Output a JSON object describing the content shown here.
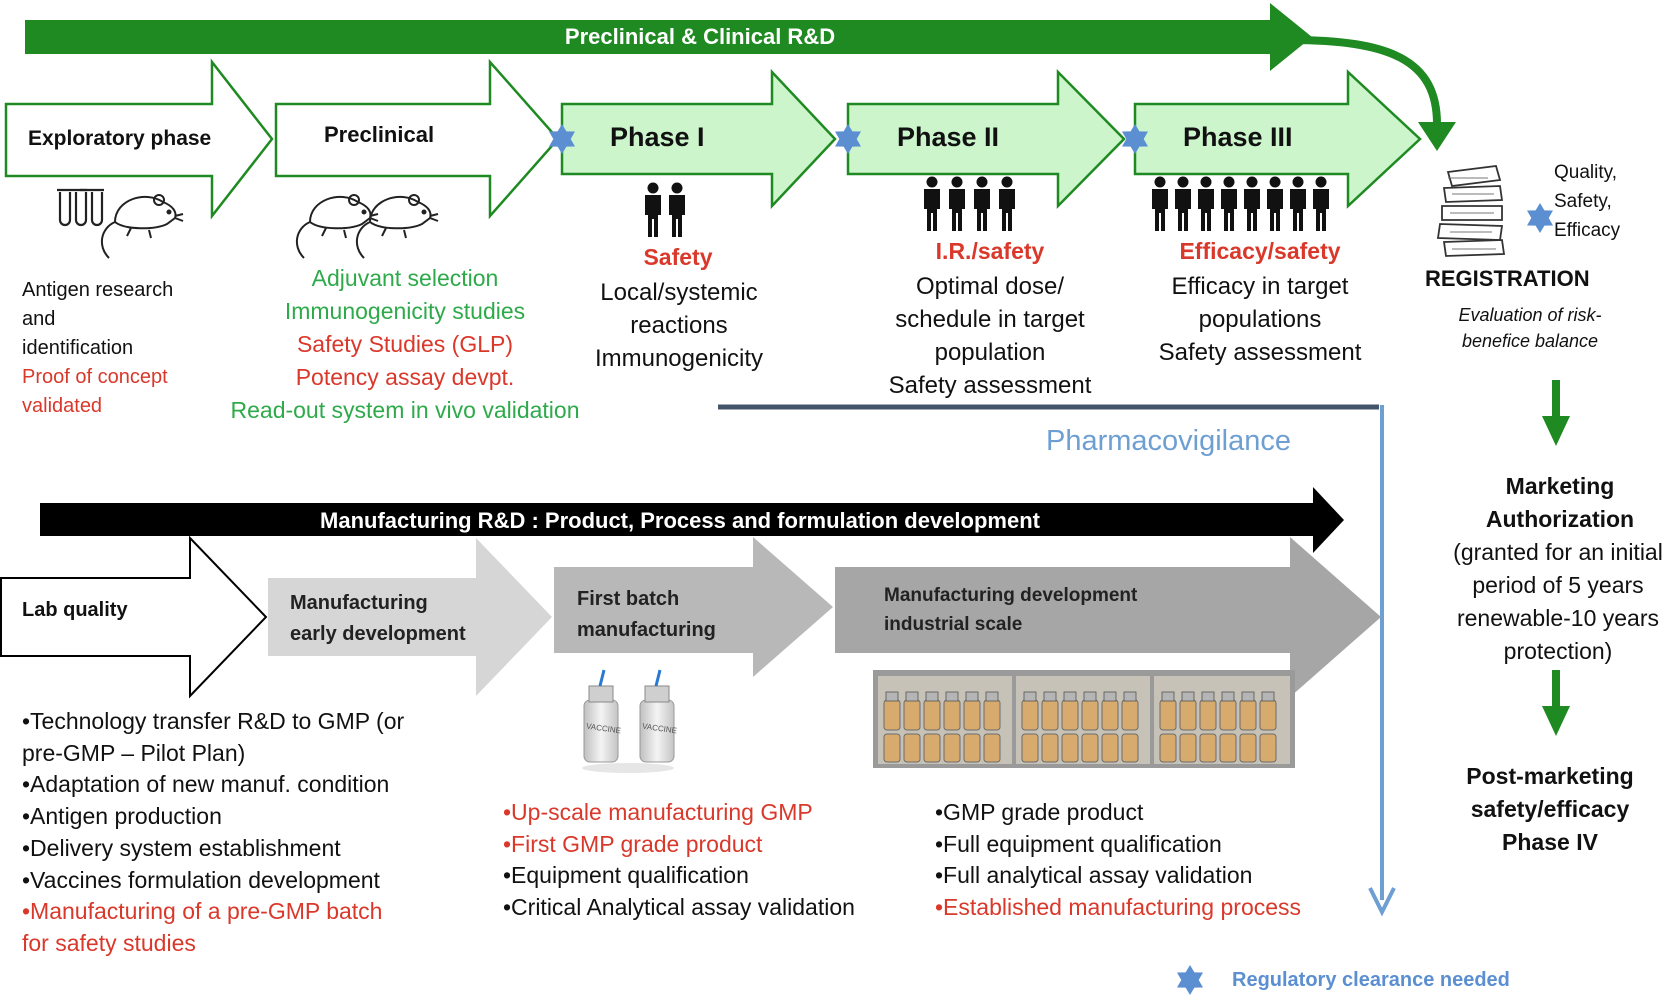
{
  "colors": {
    "green_arrow": "#1f8a22",
    "light_green_fill": "#ccf5cc",
    "black_arrow": "#000000",
    "grey_light": "#d6d6d6",
    "grey_mid": "#b8b8b8",
    "grey_dark": "#a6a6a6",
    "red_text": "#d9382a",
    "green_text": "#2eaa4a",
    "pharmacovigilance_blue": "#6e9fd2",
    "pharmacovigilance_line": "#44546a",
    "star_blue": "#5b8fd1"
  },
  "top_banner": {
    "label": "Preclinical & Clinical R&D"
  },
  "clinical_phases": [
    {
      "id": "exploratory",
      "label": "Exploratory phase",
      "icons": [
        "test-tubes-icon",
        "mouse-icon"
      ],
      "lines": [
        {
          "text": "Antigen research",
          "color": "black"
        },
        {
          "text": "and",
          "color": "black"
        },
        {
          "text": "identification",
          "color": "black"
        },
        {
          "text": "Proof of concept",
          "color": "red"
        },
        {
          "text": "validated",
          "color": "red"
        }
      ]
    },
    {
      "id": "preclinical",
      "label": "Preclinical",
      "icons": [
        "mouse-icon",
        "mouse-icon"
      ],
      "lines": [
        {
          "text": "Adjuvant selection",
          "color": "green"
        },
        {
          "text": "Immunogenicity studies",
          "color": "green"
        },
        {
          "text": "Safety Studies (GLP)",
          "color": "red"
        },
        {
          "text": "Potency assay devpt.",
          "color": "red"
        },
        {
          "text": "Read-out system in vivo validation",
          "color": "green"
        }
      ]
    },
    {
      "id": "phase1",
      "label": "Phase I",
      "people": 2,
      "heading": "Safety",
      "lines": [
        "Local/systemic",
        "reactions",
        "Immunogenicity"
      ]
    },
    {
      "id": "phase2",
      "label": "Phase II",
      "people": 4,
      "heading": "I.R./safety",
      "lines": [
        "Optimal dose/",
        "schedule in target",
        "population",
        "Safety assessment"
      ]
    },
    {
      "id": "phase3",
      "label": "Phase III",
      "people": 8,
      "heading": "Efficacy/safety",
      "lines": [
        "Efficacy in target",
        "populations",
        "Safety assessment"
      ]
    }
  ],
  "registration": {
    "criteria": [
      "Quality,",
      "Safety,",
      "Efficacy"
    ],
    "title": "REGISTRATION",
    "subtitle_lines": [
      "Evaluation of risk-",
      "benefice balance"
    ]
  },
  "marketing": {
    "title_lines": [
      "Marketing",
      "Authorization"
    ],
    "detail_lines": [
      "(granted for an initial",
      "period of 5 years",
      "renewable-10 years",
      "protection)"
    ]
  },
  "post_marketing": {
    "lines": [
      "Post-marketing",
      "safety/efficacy",
      "Phase IV"
    ]
  },
  "pharmacovigilance": {
    "label": "Pharmacovigilance"
  },
  "manufacturing_banner": {
    "label": "Manufacturing R&D : Product, Process and formulation development"
  },
  "manufacturing_phases": [
    {
      "id": "lab-quality",
      "label_lines": [
        "Lab quality"
      ]
    },
    {
      "id": "early-dev",
      "label_lines": [
        "Manufacturing",
        "early development"
      ]
    },
    {
      "id": "first-batch",
      "label_lines": [
        "First batch",
        "manufacturing"
      ]
    },
    {
      "id": "industrial",
      "label_lines": [
        "Manufacturing development",
        "industrial scale"
      ]
    }
  ],
  "vial_label": "VACCINE",
  "manufacturing_lists": [
    {
      "id": "lab-quality-list",
      "items": [
        {
          "text": "•Technology transfer R&D to GMP (or",
          "color": "black"
        },
        {
          "text": "pre-GMP – Pilot Plan)",
          "color": "black"
        },
        {
          "text": "•Adaptation of new manuf. condition",
          "color": "black"
        },
        {
          "text": "•Antigen production",
          "color": "black"
        },
        {
          "text": "•Delivery system establishment",
          "color": "black"
        },
        {
          "text": "•Vaccines formulation development",
          "color": "black"
        },
        {
          "text": "•Manufacturing of a pre-GMP batch",
          "color": "red"
        },
        {
          "text": "for safety studies",
          "color": "red"
        }
      ]
    },
    {
      "id": "first-batch-list",
      "items": [
        {
          "text": "•Up-scale manufacturing GMP",
          "color": "red"
        },
        {
          "text": "•First GMP grade product",
          "color": "red"
        },
        {
          "text": "•Equipment qualification",
          "color": "black"
        },
        {
          "text": "•Critical Analytical assay validation",
          "color": "black"
        }
      ]
    },
    {
      "id": "industrial-list",
      "items": [
        {
          "text": "•GMP grade product",
          "color": "black"
        },
        {
          "text": "•Full equipment qualification",
          "color": "black"
        },
        {
          "text": "•Full analytical assay validation",
          "color": "black"
        },
        {
          "text": "•Established manufacturing process",
          "color": "red"
        }
      ]
    }
  ],
  "legend": {
    "text": "Regulatory clearance needed",
    "icon": "star-icon"
  }
}
